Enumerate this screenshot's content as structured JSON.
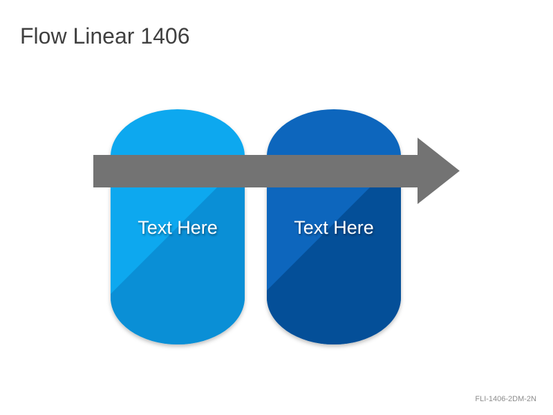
{
  "title": "Flow Linear 1406",
  "slide_code": "FLI-1406-2DM-2N",
  "pills": [
    {
      "label": "Text Here",
      "color_light": "#11a8ef",
      "color_dark": "#0a8fd6"
    },
    {
      "label": "Text Here",
      "color_light": "#0866bd",
      "color_dark": "#044f98"
    }
  ],
  "arrow": {
    "color": "#737373"
  }
}
